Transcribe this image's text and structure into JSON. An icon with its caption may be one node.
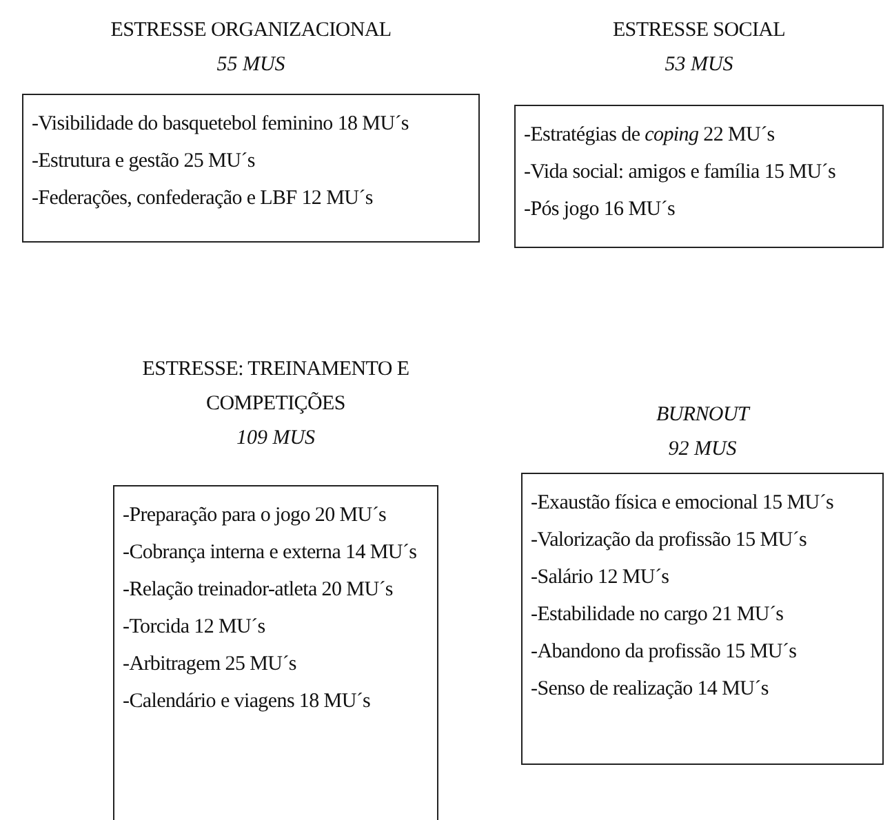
{
  "diagram": {
    "nodes": [
      {
        "text": [
          "ESTRESSE ORGANIZACIONAL",
          "55 MUS",
          "-Visibilidade  do basquetebol feminino 18 MU´s",
          "-Estrutura e gestão 25 MU´s",
          "-Federações, confederação e LBF 12 MU´s"
        ]
      },
      {
        "text": [
          "ESTRESSE SOCIAL",
          "53 MUS",
          "-Estratégias de *coping* 22 MU´s",
          "-Vida social: amigos e família 15 MU´s",
          "-Pós jogo 16 MU´s"
        ]
      },
      {
        "text": [
          "ESTRESSE: TREINAMENTO E COMPETIÇÕES",
          "109 MUS",
          "-Preparação para o jogo 20 MU´s",
          "-Cobrança interna e externa 14 MU´s",
          "-Relação treinador-atleta 20 MU´s",
          "-Torcida 12 MU´s",
          "-Arbitragem 25 MU´s",
          "-Calendário e viagens  18 MU´s"
        ]
      },
      {
        "text": [
          "*BURNOUT*",
          "92 MUS",
          "-Exaustão física e emocional 15 MU´s",
          "-Valorização da profissão 15 MU´s",
          "-Salário  12 MU´s",
          "-Estabilidade no cargo 21 MU´s",
          "-Abandono da profissão 15 MU´s",
          "-Senso de realização 14 MU´s"
        ]
      }
    ]
  }
}
